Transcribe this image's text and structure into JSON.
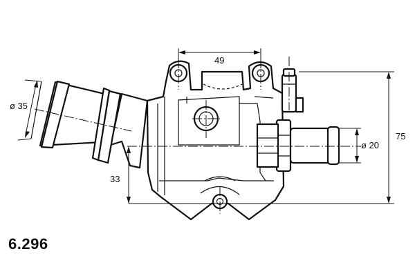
{
  "part_number": "6.296",
  "dimensions": {
    "pipe_left_diameter": "ø 35",
    "pipe_right_diameter": "ø 20",
    "bolt_spacing": "49",
    "total_height": "75",
    "lower_height": "33"
  },
  "colors": {
    "line": "#111111",
    "background": "#ffffff"
  }
}
